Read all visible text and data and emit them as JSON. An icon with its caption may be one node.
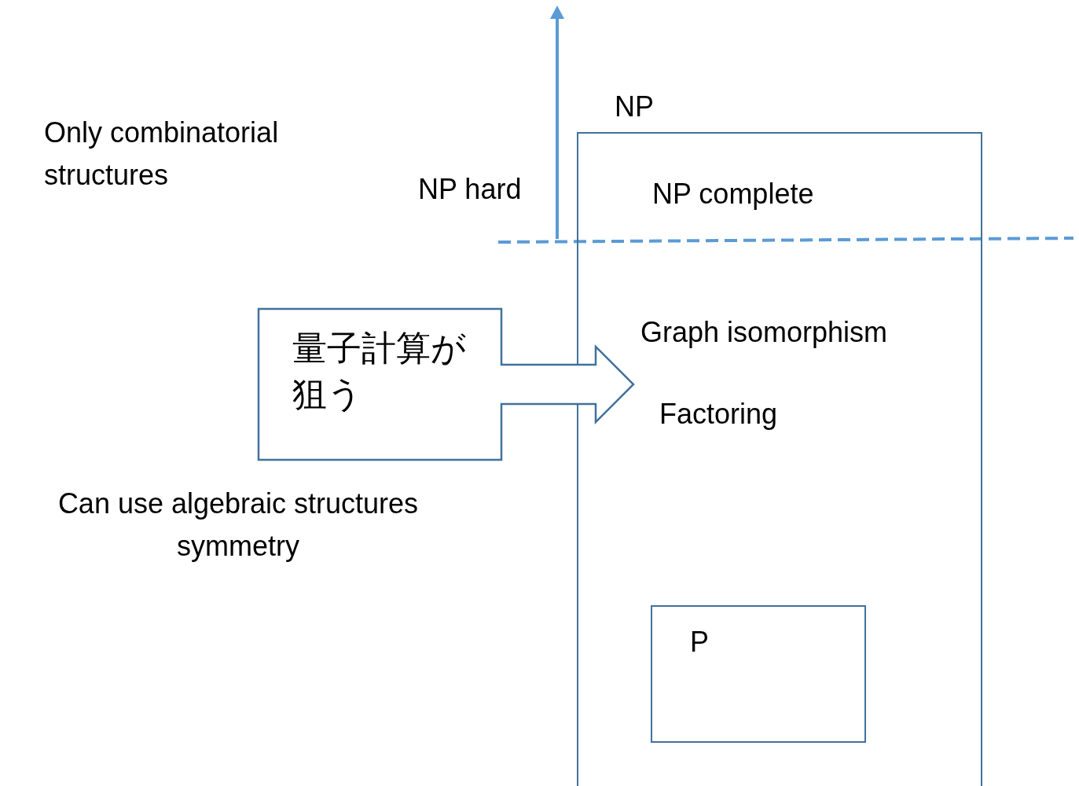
{
  "diagram": {
    "nodes": [
      {
        "text": [
          "NP"
        ]
      },
      {
        "text": [
          "量子計算が狙う"
        ]
      },
      {
        "text": [
          "P"
        ],
        "in": 0
      }
    ],
    "labels": [
      "Only combinatorial structures",
      "NP hard",
      "NP complete",
      "Graph isomorphism",
      "Factoring",
      "Can use algebraic structures symmetry"
    ]
  }
}
